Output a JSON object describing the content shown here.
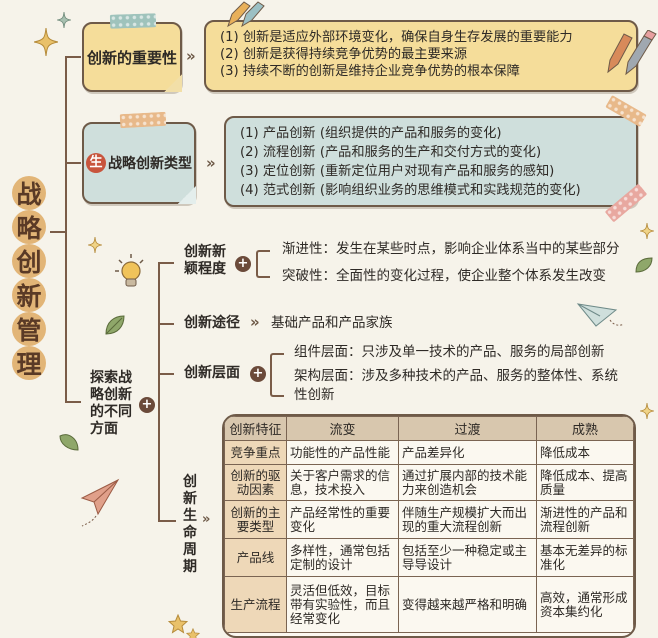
{
  "title": "战略创新管理",
  "title_chars": [
    "战",
    "略",
    "创",
    "新",
    "管",
    "理"
  ],
  "branches": {
    "importance": {
      "label": "创新的重要性",
      "items": [
        "(1) 创新是适应外部环境变化，确保自身生存发展的重要能力",
        "(2) 创新是获得持续竞争优势的最主要来源",
        "(3) 持续不断的创新是维持企业竞争优势的根本保障"
      ]
    },
    "types": {
      "badge": "生",
      "label": "战略创新类型",
      "items": [
        "(1) 产品创新 (组织提供的产品和服务的变化)",
        "(2) 流程创新 (产品和服务的生产和交付方式的变化)",
        "(3) 定位创新 (重新定位用户对现有产品和服务的感知)",
        "(4) 范式创新 (影响组织业务的思维模式和实践规范的变化)"
      ]
    },
    "aspects": {
      "label": "探索战略创新的不同方面",
      "label_lines": [
        "探索战",
        "略创新",
        "的不同",
        "方面"
      ],
      "novelty": {
        "label_lines": [
          "创新新",
          "颖程度"
        ],
        "items": [
          "渐进性：发生在某些时点，影响企业体系当中的某些部分",
          "突破性：全面性的变化过程，使企业整个体系发生改变"
        ]
      },
      "path": {
        "label": "创新途径",
        "value": "基础产品和产品家族"
      },
      "level": {
        "label": "创新层面",
        "items": [
          "组件层面：只涉及单一技术的产品、服务的局部创新",
          "架构层面：涉及多种技术的产品、服务的整体性、系统性创新"
        ],
        "item2_lines": [
          "架构层面：涉及多种技术的产品、服务的整体性、系统",
          "性创新"
        ]
      },
      "lifecycle": {
        "label_chars": [
          "创",
          "新",
          "生",
          "命",
          "周",
          "期"
        ],
        "table": {
          "headers": [
            "创新特征",
            "流变",
            "过渡",
            "成熟"
          ],
          "rows": [
            {
              "feature": "竞争重点",
              "fluid": "功能性的产品性能",
              "transition": "产品差异化",
              "mature": "降低成本"
            },
            {
              "feature": "创新的驱动因素",
              "fluid": "关于客户需求的信息，技术投入",
              "transition": "通过扩展内部的技术能力来创造机会",
              "mature": "降低成本、提高质量"
            },
            {
              "feature": "创新的主要类型",
              "fluid": "产品经常性的重要变化",
              "transition": "伴随生产规模扩大而出现的重大流程创新",
              "mature": "渐进性的产品和流程创新"
            },
            {
              "feature": "产品线",
              "fluid": "多样性，通常包括定制的设计",
              "transition": "包括至少一种稳定或主导导设计",
              "mature": "基本无差异的标准化"
            },
            {
              "feature": "生产流程",
              "fluid": "灵活但低效，目标带有实验性，而且经常变化",
              "transition": "变得越来越严格和明确",
              "mature": "高效，通常形成资本集约化"
            }
          ]
        }
      }
    }
  },
  "symbols": {
    "expand": "+",
    "arrow": "»"
  },
  "colors": {
    "background": "#f6f3ea",
    "line": "#7a5c48",
    "yellow_note": "#f5dd9a",
    "blue_note": "#cfdfdc",
    "title_circle": "#e2b577",
    "badge_red": "#c8553d",
    "table_header": "#d8c7ae",
    "table_rowhead": "#eed8b8"
  }
}
